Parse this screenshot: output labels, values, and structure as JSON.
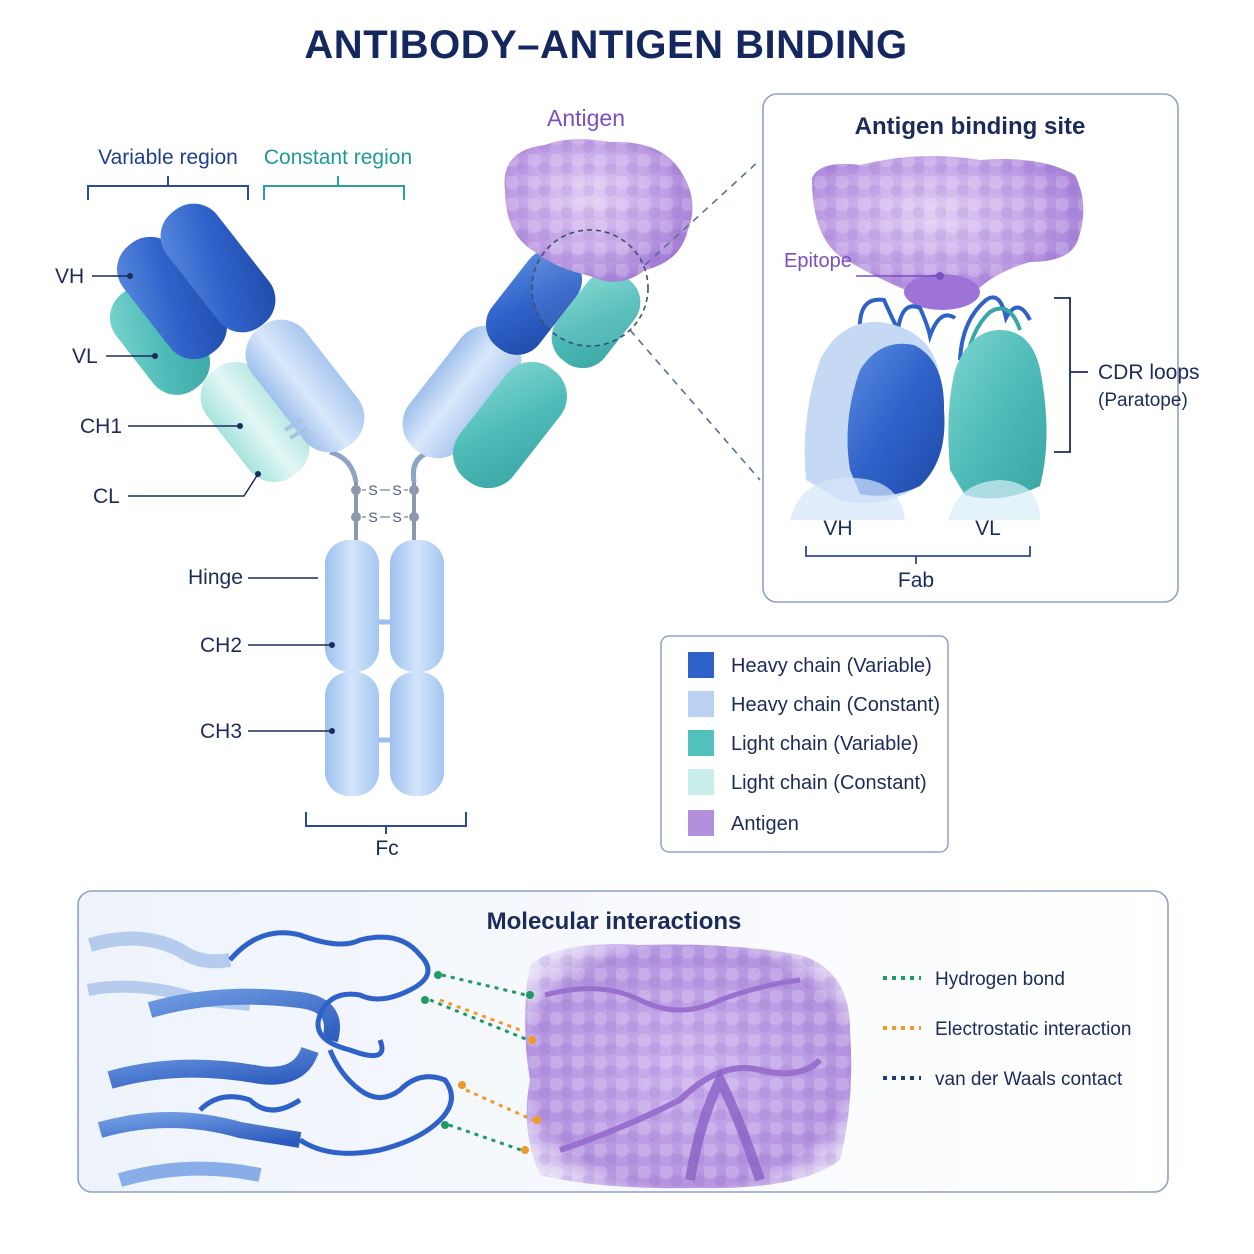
{
  "title": "ANTIBODY–ANTIGEN BINDING",
  "regions": {
    "variable": "Variable region",
    "constant": "Constant region",
    "antigen": "Antigen"
  },
  "domain_labels": {
    "vh": "VH",
    "vl": "VL",
    "ch1": "CH1",
    "cl": "CL",
    "hinge": "Hinge",
    "ch2": "CH2",
    "ch3": "CH3",
    "fc": "Fc"
  },
  "disulfide": "S",
  "binding_site": {
    "title": "Antigen binding site",
    "epitope": "Epitope",
    "cdr_loops": "CDR loops",
    "paratope": "(Paratope)",
    "vh": "VH",
    "vl": "VL",
    "fab": "Fab"
  },
  "legend": [
    {
      "label": "Heavy chain (Variable)",
      "color": "#2f62c9"
    },
    {
      "label": "Heavy chain (Constant)",
      "color": "#b9d2f3"
    },
    {
      "label": "Light chain (Variable)",
      "color": "#52c0bd"
    },
    {
      "label": "Light chain (Constant)",
      "color": "#c7eee9"
    },
    {
      "label": "Antigen",
      "color": "#b390dc"
    }
  ],
  "interactions": {
    "title": "Molecular interactions",
    "items": [
      {
        "label": "Hydrogen bond",
        "color": "#1f9a63"
      },
      {
        "label": "Electrostatic interaction",
        "color": "#f09a2a"
      },
      {
        "label": "van der Waals contact",
        "color": "#1c3a78"
      }
    ]
  }
}
